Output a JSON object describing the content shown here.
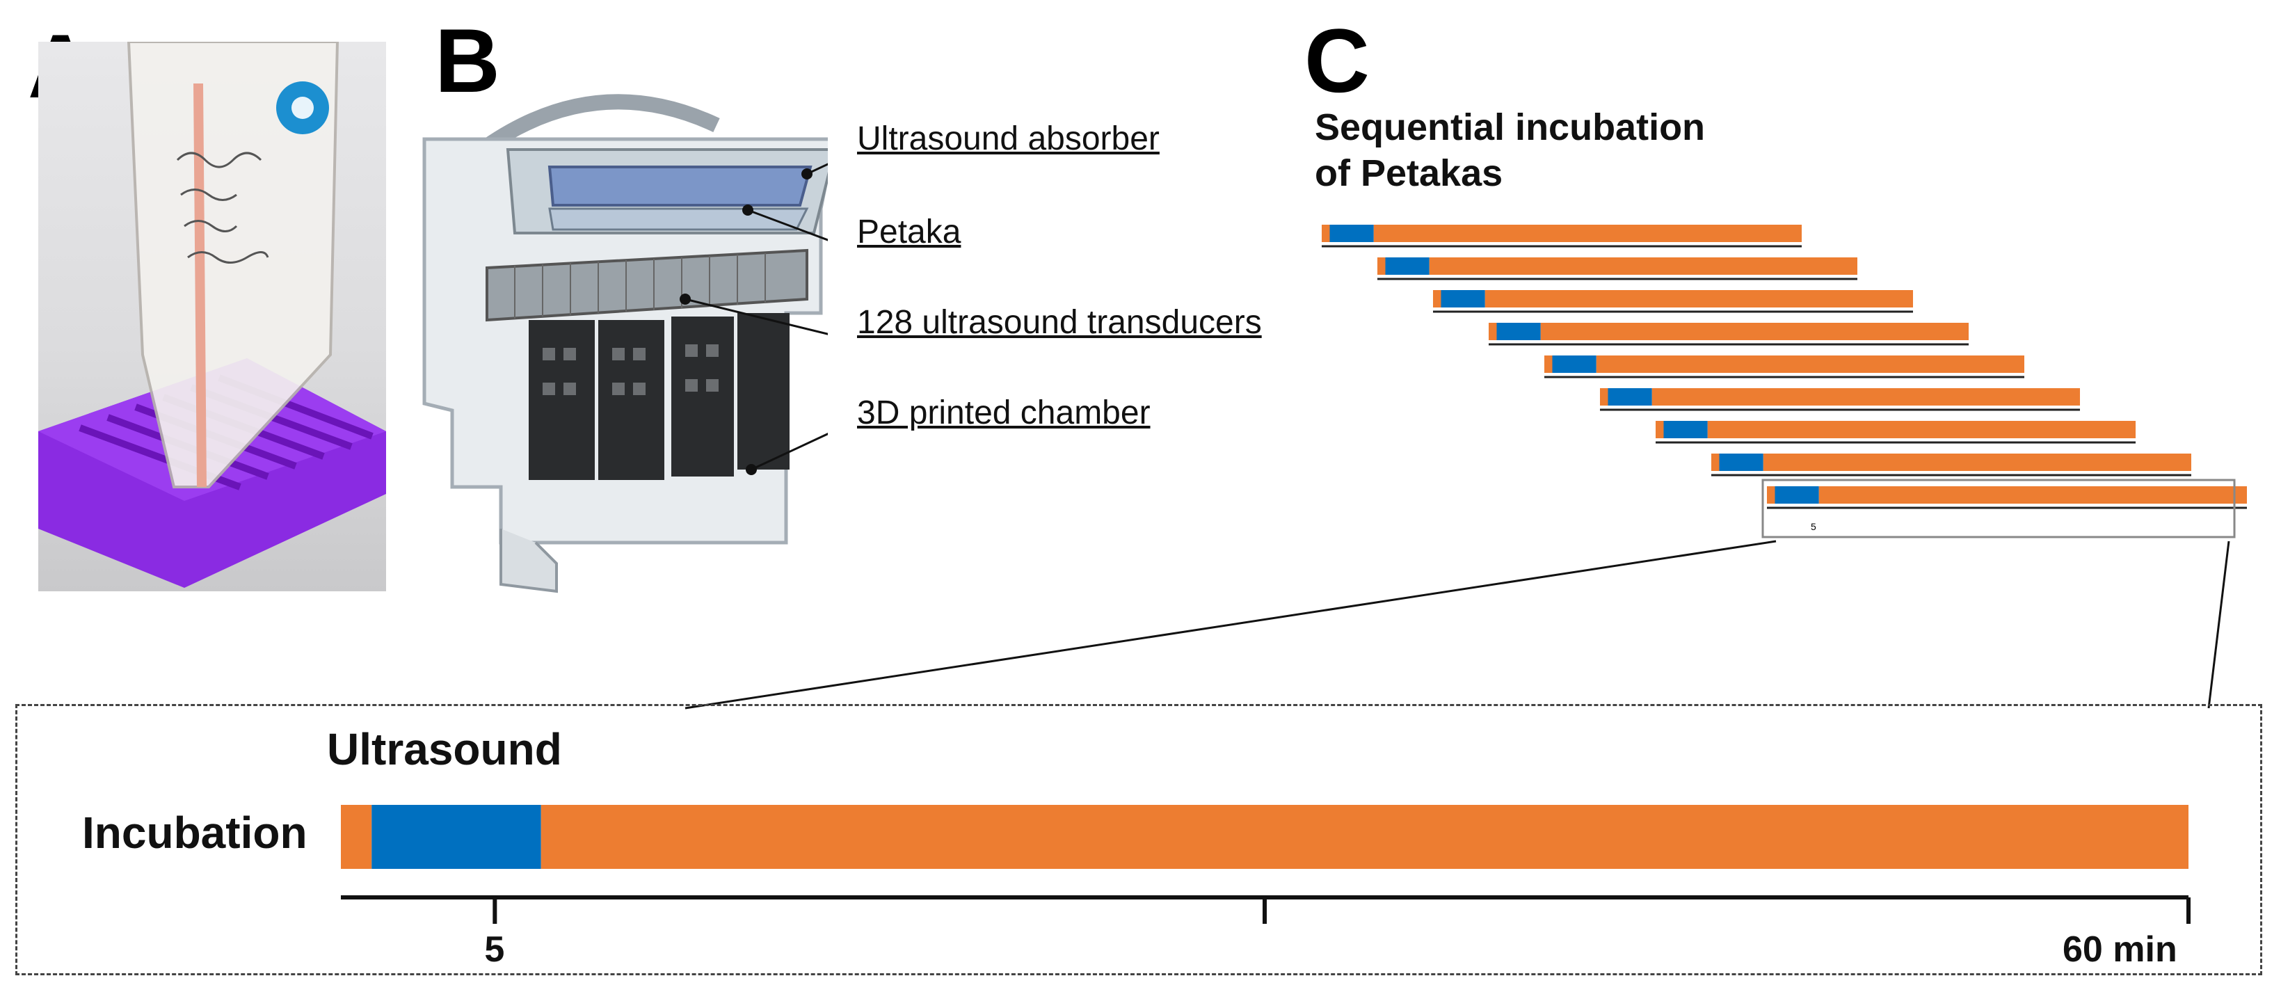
{
  "panels": {
    "a": "A",
    "b": "B",
    "c": "C"
  },
  "panel_b": {
    "callouts": [
      "Ultrasound absorber",
      "Petaka",
      "128 ultrasound transducers",
      "3D printed chamber"
    ]
  },
  "panel_c": {
    "title_line1": "Sequential incubation",
    "title_line2": "of Petakas",
    "zoom_tick_label": "5"
  },
  "zoom": {
    "ultrasound_label": "Ultrasound",
    "incubation_label": "Incubation",
    "tick_5": "5",
    "tick_60": "60 min"
  },
  "chart_data": {
    "type": "bar",
    "total_minutes": 60,
    "segments": [
      {
        "phase": "Incubation",
        "start": 0,
        "end": 1
      },
      {
        "phase": "Ultrasound",
        "start": 1,
        "end": 6.5
      },
      {
        "phase": "Incubation",
        "start": 6.5,
        "end": 60
      }
    ],
    "ticks": [
      5,
      30,
      60
    ],
    "tick_labels": [
      "5",
      "",
      "60 min"
    ],
    "petaka_count": 9,
    "colors": {
      "incubation": "#ED7D31",
      "ultrasound": "#0070C0"
    }
  }
}
